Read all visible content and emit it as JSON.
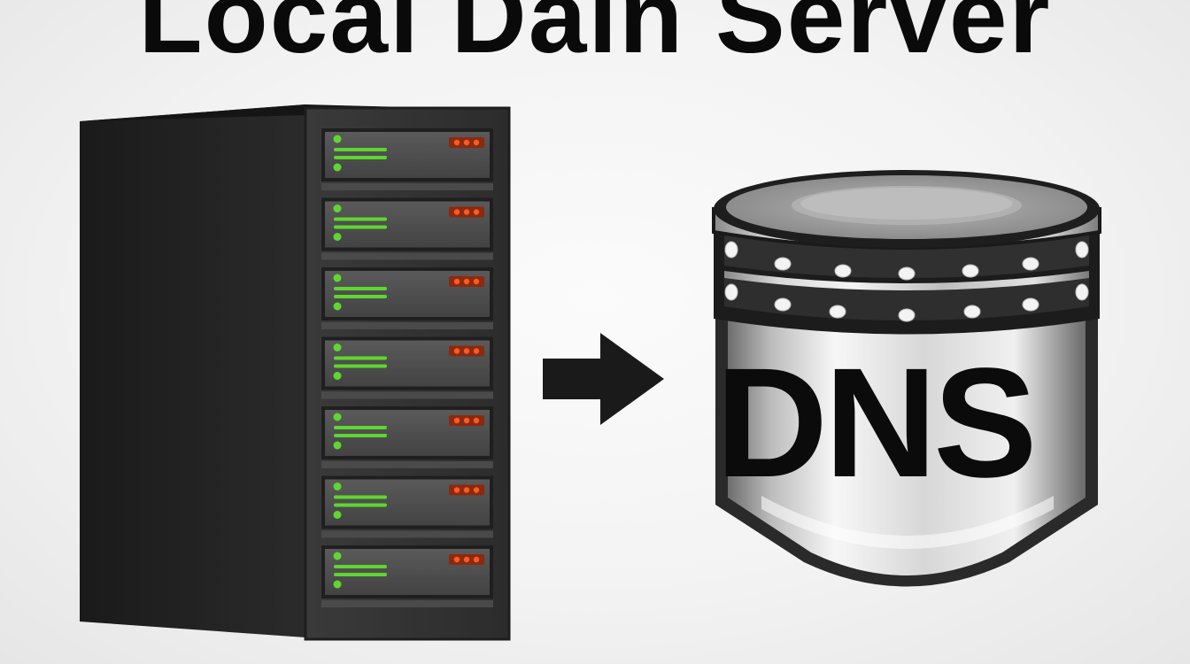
{
  "header": {
    "title": "Local Dain Server"
  },
  "server": {
    "slots": 7,
    "led_color": "#5fd630",
    "indicator_color": "#ff5a1f"
  },
  "arrow": {
    "icon": "right-arrow-icon"
  },
  "database": {
    "label": "DNS",
    "icon": "database-cylinder-icon"
  }
}
